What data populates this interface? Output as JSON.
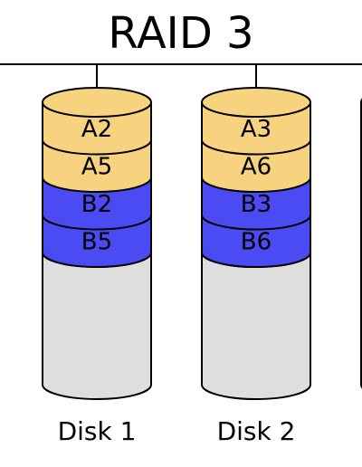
{
  "title": "RAID 3",
  "colors": {
    "a_block": "#f7d37f",
    "b_block": "#4b4bf3",
    "empty": "#dedede",
    "line": "#000000"
  },
  "disks": [
    {
      "label": "Disk 1",
      "blocks": [
        {
          "label": "A2",
          "group": "a"
        },
        {
          "label": "A5",
          "group": "a"
        },
        {
          "label": "B2",
          "group": "b"
        },
        {
          "label": "B5",
          "group": "b"
        }
      ]
    },
    {
      "label": "Disk 2",
      "blocks": [
        {
          "label": "A3",
          "group": "a"
        },
        {
          "label": "A6",
          "group": "a"
        },
        {
          "label": "B3",
          "group": "b"
        },
        {
          "label": "B6",
          "group": "b"
        }
      ]
    },
    {
      "label": "",
      "blocks": [
        {
          "label": "",
          "group": "a"
        },
        {
          "label": "",
          "group": "a"
        },
        {
          "label": "",
          "group": "b"
        },
        {
          "label": "",
          "group": "b"
        }
      ]
    }
  ]
}
